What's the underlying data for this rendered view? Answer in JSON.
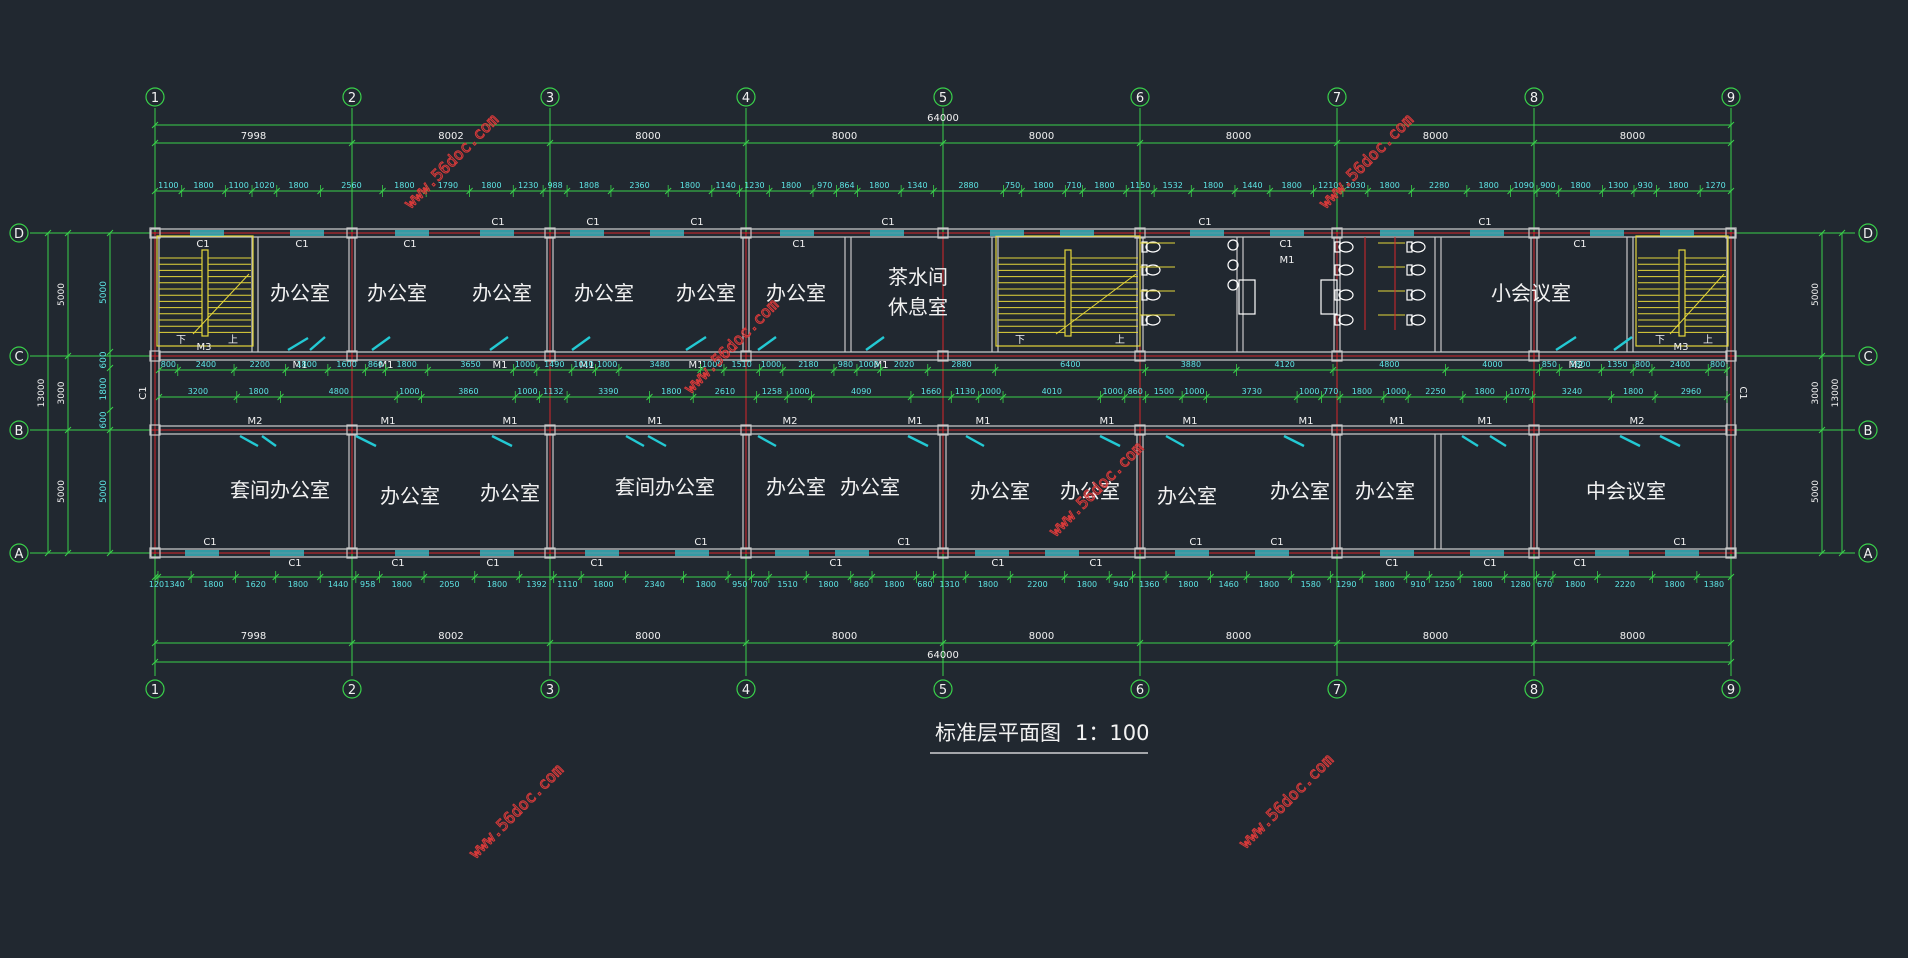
{
  "colors": {
    "background": "#212830",
    "grid": "#39d04a",
    "axis_line": "#d8262a",
    "wall": "#c9c9c9",
    "dimension_text": "#5ee6e6",
    "room_text": "#f2f2f2",
    "stair": "#e4d63a",
    "window": "#39c2cc",
    "door": "#23c9d3",
    "watermark": "#d83a3a"
  },
  "axes_columns": [
    "1",
    "2",
    "3",
    "4",
    "5",
    "6",
    "7",
    "8",
    "9"
  ],
  "axes_rows": [
    "D",
    "C",
    "B",
    "A"
  ],
  "overall_dimension": "64000",
  "bay_dimensions": [
    "7998",
    "8002",
    "8000",
    "8000",
    "8000",
    "8000",
    "8000",
    "8000"
  ],
  "top_detail_dims": [
    "1100",
    "1800",
    "1100",
    "1020",
    "1800",
    "2560",
    "1800",
    "1790",
    "1800",
    "1230",
    "988",
    "1808",
    "2360",
    "1800",
    "1140",
    "1230",
    "1800",
    "970",
    "864",
    "1800",
    "1340",
    "2880",
    "750",
    "1800",
    "710",
    "1800",
    "1150",
    "1532",
    "1800",
    "1440",
    "1800",
    "1210",
    "1030",
    "1800",
    "2280",
    "1800",
    "1090",
    "900",
    "1800",
    "1300",
    "930",
    "1800",
    "1270"
  ],
  "corridor_top_dims": [
    "800",
    "2400",
    "2200",
    "1800",
    "1600",
    "860",
    "1800",
    "3650",
    "1000",
    "1490",
    "1010",
    "1000",
    "3480",
    "1000",
    "1510",
    "1000",
    "2180",
    "980",
    "1000",
    "2020",
    "2880",
    "6400",
    "3880",
    "4120",
    "4800",
    "4000",
    "850",
    "1800",
    "1350",
    "800",
    "2400",
    "800"
  ],
  "corridor_bottom_dims": [
    "3200",
    "1800",
    "4800",
    "1000",
    "3860",
    "1000",
    "1132",
    "3390",
    "1800",
    "2610",
    "1258",
    "1000",
    "4090",
    "1660",
    "1130",
    "1000",
    "4010",
    "1000",
    "860",
    "1500",
    "1000",
    "3730",
    "1000",
    "770",
    "1800",
    "1000",
    "2250",
    "1800",
    "1070",
    "3240",
    "1800",
    "2960"
  ],
  "bottom_detail_dims": [
    "120",
    "1340",
    "1800",
    "1620",
    "1800",
    "1440",
    "958",
    "1800",
    "2050",
    "1800",
    "1392",
    "1110",
    "1800",
    "2340",
    "1800",
    "950",
    "700",
    "1510",
    "1800",
    "860",
    "1800",
    "680",
    "1310",
    "1800",
    "2200",
    "1800",
    "940",
    "1360",
    "1800",
    "1460",
    "1800",
    "1580",
    "1290",
    "1800",
    "910",
    "1250",
    "1800",
    "1280",
    "670",
    "1800",
    "2220",
    "1800",
    "1380"
  ],
  "vertical_dims_left_outer": [
    "13000"
  ],
  "vertical_dims_left_mid": [
    "5000",
    "3000",
    "5000"
  ],
  "vertical_dims_left_inner": [
    "5000",
    "600",
    "1800",
    "600",
    "5000"
  ],
  "vertical_dims_right": [
    "5000",
    "3000",
    "5000",
    "13000"
  ],
  "rooms_top": [
    {
      "label": "办公室"
    },
    {
      "label": "办公室"
    },
    {
      "label": "办公室"
    },
    {
      "label": "办公室"
    },
    {
      "label": "办公室"
    },
    {
      "label": "办公室"
    },
    {
      "label": "茶水间"
    },
    {
      "label": "休息室"
    },
    {
      "label": "小会议室"
    }
  ],
  "rooms_bottom": [
    {
      "label": "套间办公室"
    },
    {
      "label": "办公室"
    },
    {
      "label": "办公室"
    },
    {
      "label": "套间办公室"
    },
    {
      "label": "办公室"
    },
    {
      "label": "办公室"
    },
    {
      "label": "办公室"
    },
    {
      "label": "办公室"
    },
    {
      "label": "办公室"
    },
    {
      "label": "办公室"
    },
    {
      "label": "办公室"
    },
    {
      "label": "中会议室"
    }
  ],
  "window_tags": [
    "C1"
  ],
  "door_tags": [
    "M1",
    "M2",
    "M3"
  ],
  "stair_tags": [
    "下",
    "上"
  ],
  "drawing_title": "标准层平面图",
  "drawing_scale": "1：100",
  "watermark_text": "www.56doc.com"
}
